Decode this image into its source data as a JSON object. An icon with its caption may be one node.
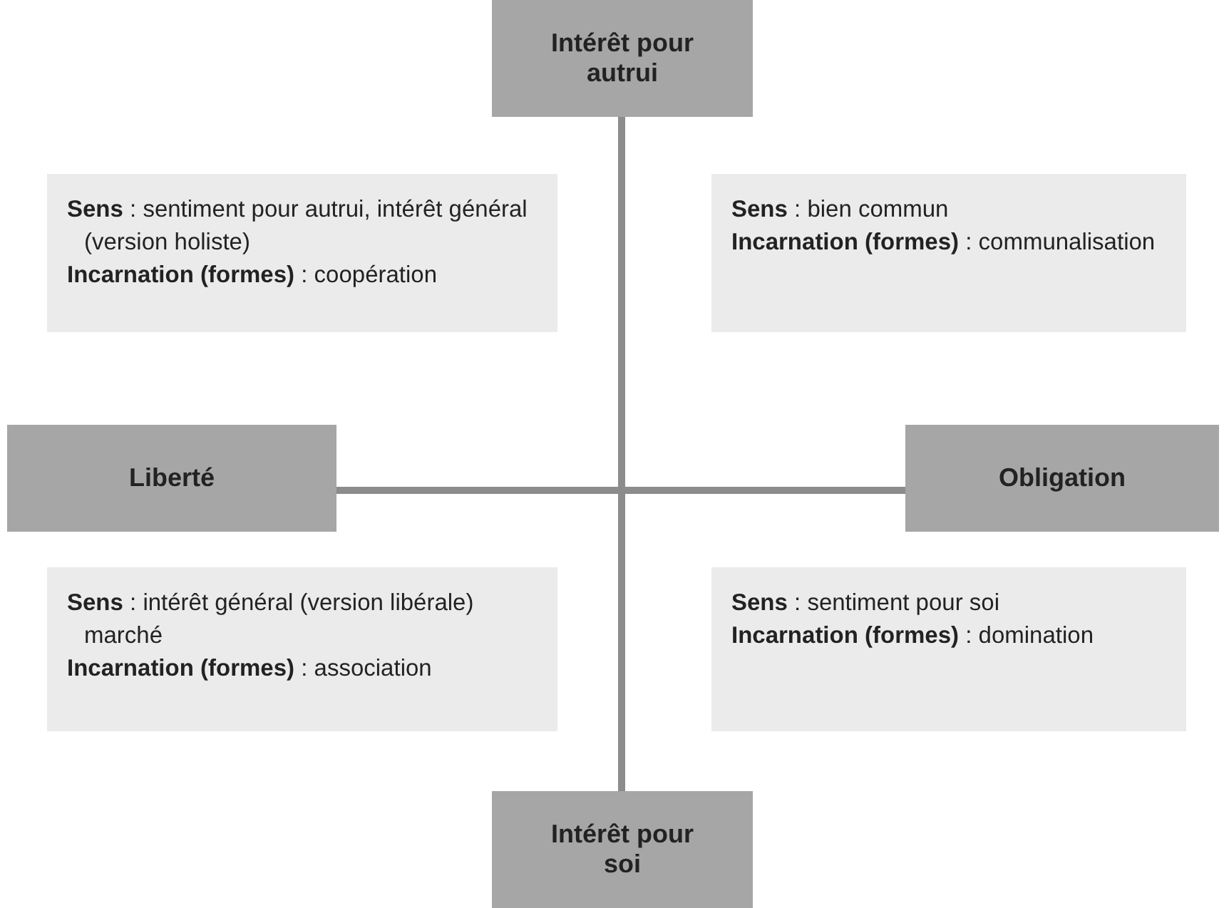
{
  "diagram": {
    "nodes": [
      {
        "text": [
          "Intérêt pour autrui"
        ]
      },
      {
        "text": [
          "**Sens** : sentiment pour autrui, intérêt général (version holiste)",
          "**Incarnation (formes)** : coopération"
        ]
      },
      {
        "text": [
          "**Sens** : bien commun",
          "**Incarnation (formes)** : communalisation"
        ]
      },
      {
        "text": [
          "Liberté"
        ]
      },
      {
        "text": [
          "Obligation"
        ]
      },
      {
        "text": [
          "**Sens** : intérêt général (version libérale) marché",
          "**Incarnation (formes)** : association"
        ]
      },
      {
        "text": [
          "**Sens** : sentiment pour soi",
          "**Incarnation (formes)** : domination"
        ]
      },
      {
        "text": [
          "Intérêt pour soi"
        ]
      }
    ],
    "edges": [
      {
        "from": 0,
        "to": 7,
        "arrow": "none"
      },
      {
        "from": 3,
        "to": 4,
        "arrow": "none"
      }
    ]
  }
}
